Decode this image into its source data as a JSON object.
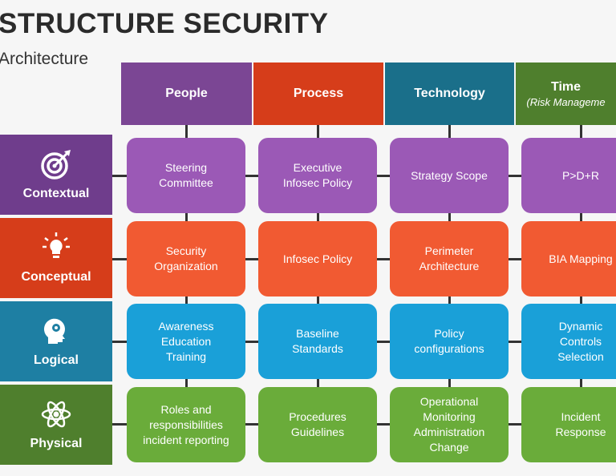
{
  "title": "STRUCTURE SECURITY",
  "subtitle": "Architecture",
  "columns": [
    {
      "label": "People",
      "color": "#7b4694"
    },
    {
      "label": "Process",
      "color": "#d63d1a"
    },
    {
      "label": "Technology",
      "color": "#1a6f8a"
    },
    {
      "label": "Time",
      "sublabel": "(Risk Manageme",
      "color": "#4f7f2d"
    }
  ],
  "rows": [
    {
      "label": "Contextual",
      "icon": "target-icon",
      "color": "#6f3d8c",
      "cell_color": "#9b59b6"
    },
    {
      "label": "Conceptual",
      "icon": "lightbulb-icon",
      "color": "#d63d1a",
      "cell_color": "#f15a32"
    },
    {
      "label": "Logical",
      "icon": "head-gear-icon",
      "color": "#1e7fa3",
      "cell_color": "#1aa0d8"
    },
    {
      "label": "Physical",
      "icon": "atom-icon",
      "color": "#4f7f2d",
      "cell_color": "#6aac3a"
    }
  ],
  "cells": [
    [
      "Steering\nCommittee",
      "Executive\nInfosec Policy",
      "Strategy Scope",
      "P>D+R"
    ],
    [
      "Security\nOrganization",
      "Infosec Policy",
      "Perimeter\nArchitecture",
      "BIA Mapping"
    ],
    [
      "Awareness\nEducation\nTraining",
      "Baseline\nStandards",
      "Policy\nconfigurations",
      "Dynamic\nControls\nSelection"
    ],
    [
      "Roles and\nresponsibilities\nincident reporting",
      "Procedures\nGuidelines",
      "Operational\nMonitoring\nAdministration\nChange",
      "Incident\nResponse"
    ]
  ]
}
